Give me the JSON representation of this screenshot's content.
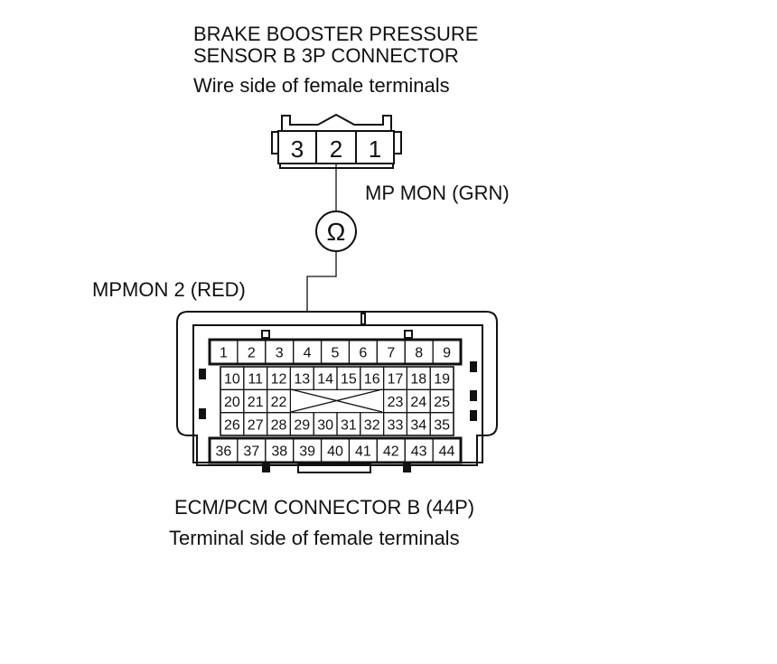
{
  "sensor": {
    "title_line1": "BRAKE BOOSTER PRESSURE",
    "title_line2": "SENSOR B 3P CONNECTOR",
    "view": "Wire side of female terminals",
    "pins": [
      "3",
      "2",
      "1"
    ]
  },
  "meter": {
    "symbol": "Ω"
  },
  "wires": {
    "upper": "MP MON (GRN)",
    "lower": "MPMON 2 (RED)"
  },
  "ecm": {
    "title": "ECM/PCM CONNECTOR B (44P)",
    "view": "Terminal side of female terminals",
    "row1": [
      "1",
      "2",
      "3",
      "4",
      "5",
      "6",
      "7",
      "8",
      "9"
    ],
    "row2": [
      "10",
      "11",
      "12",
      "13",
      "14",
      "15",
      "16",
      "17",
      "18",
      "19"
    ],
    "row3_left": [
      "20",
      "21",
      "22"
    ],
    "row3_right": [
      "23",
      "24",
      "25"
    ],
    "row4": [
      "26",
      "27",
      "28",
      "29",
      "30",
      "31",
      "32",
      "33",
      "34",
      "35"
    ],
    "row5": [
      "36",
      "37",
      "38",
      "39",
      "40",
      "41",
      "42",
      "43",
      "44"
    ]
  }
}
